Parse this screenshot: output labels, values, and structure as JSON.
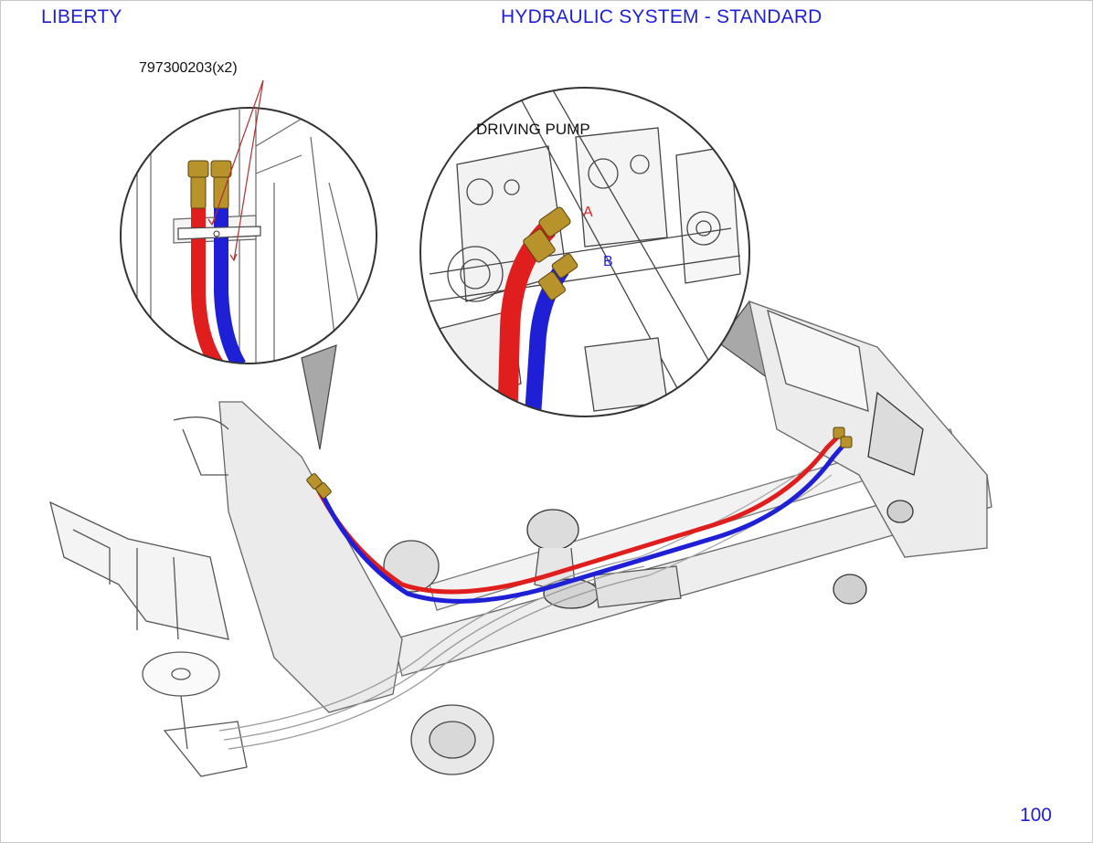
{
  "header": {
    "brand": "LIBERTY",
    "system": "HYDRAULIC SYSTEM - STANDARD"
  },
  "callouts": {
    "part_number": "797300203(x2)",
    "pump_label": "DRIVING PUMP",
    "port_a": "A",
    "port_b": "B"
  },
  "footer": {
    "page_number": "100"
  },
  "colors": {
    "header_text": "#1f1fd6",
    "pressure_line": "#e01e1e",
    "return_line": "#1f1fd6",
    "fitting": "#b8922a"
  }
}
